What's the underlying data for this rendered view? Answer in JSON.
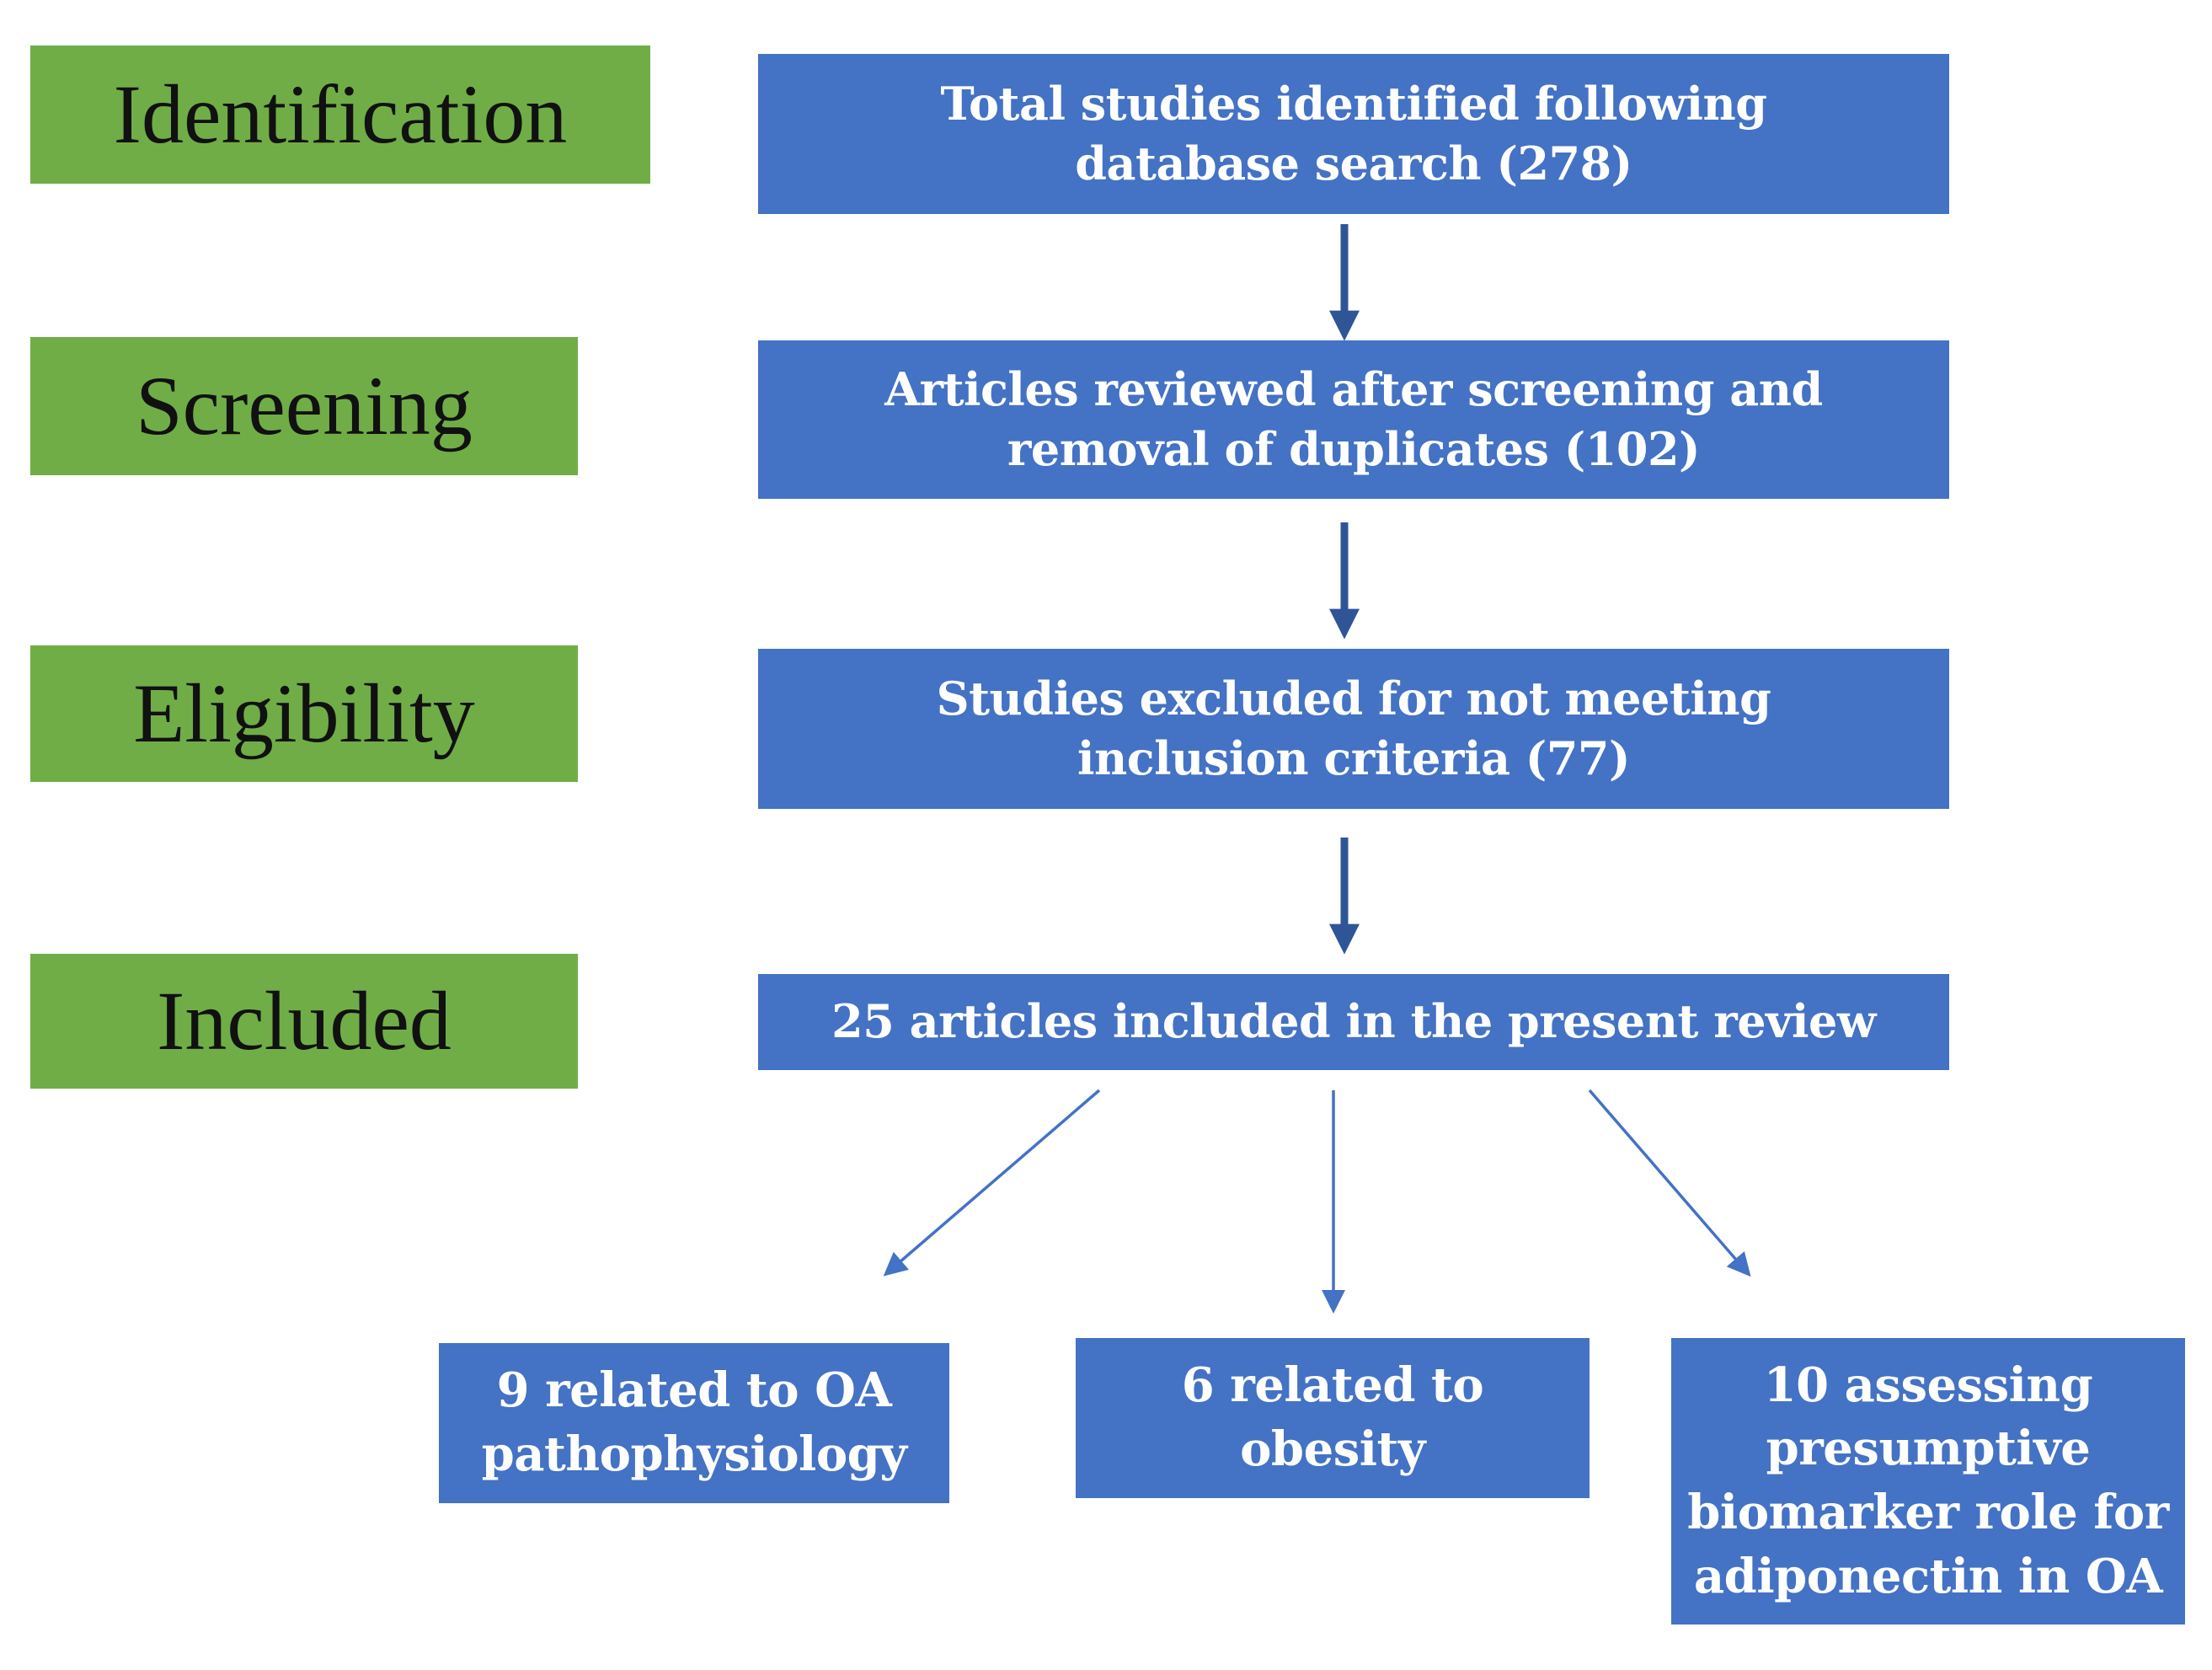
{
  "stages": {
    "identification": "Identification",
    "screening": "Screening",
    "eligibility": "Eligibility",
    "included": "Included"
  },
  "boxes": {
    "identified": "Total studies identified following database search (278)",
    "screened": "Articles reviewed after screening and removal of duplicates (102)",
    "excluded": "Studies excluded for not meeting inclusion criteria (77)",
    "included": "25 articles included in the present review",
    "oa_pathophysiology": "9 related to OA pathophysiology",
    "obesity": "6 related to obesity",
    "biomarker": "10 assessing presumptive biomarker role for adiponectin in OA"
  },
  "colors": {
    "stage_fill": "#70ad47",
    "box_fill": "#4472c4",
    "arrow_dark": "#2f5597",
    "arrow_light": "#4472c4"
  }
}
